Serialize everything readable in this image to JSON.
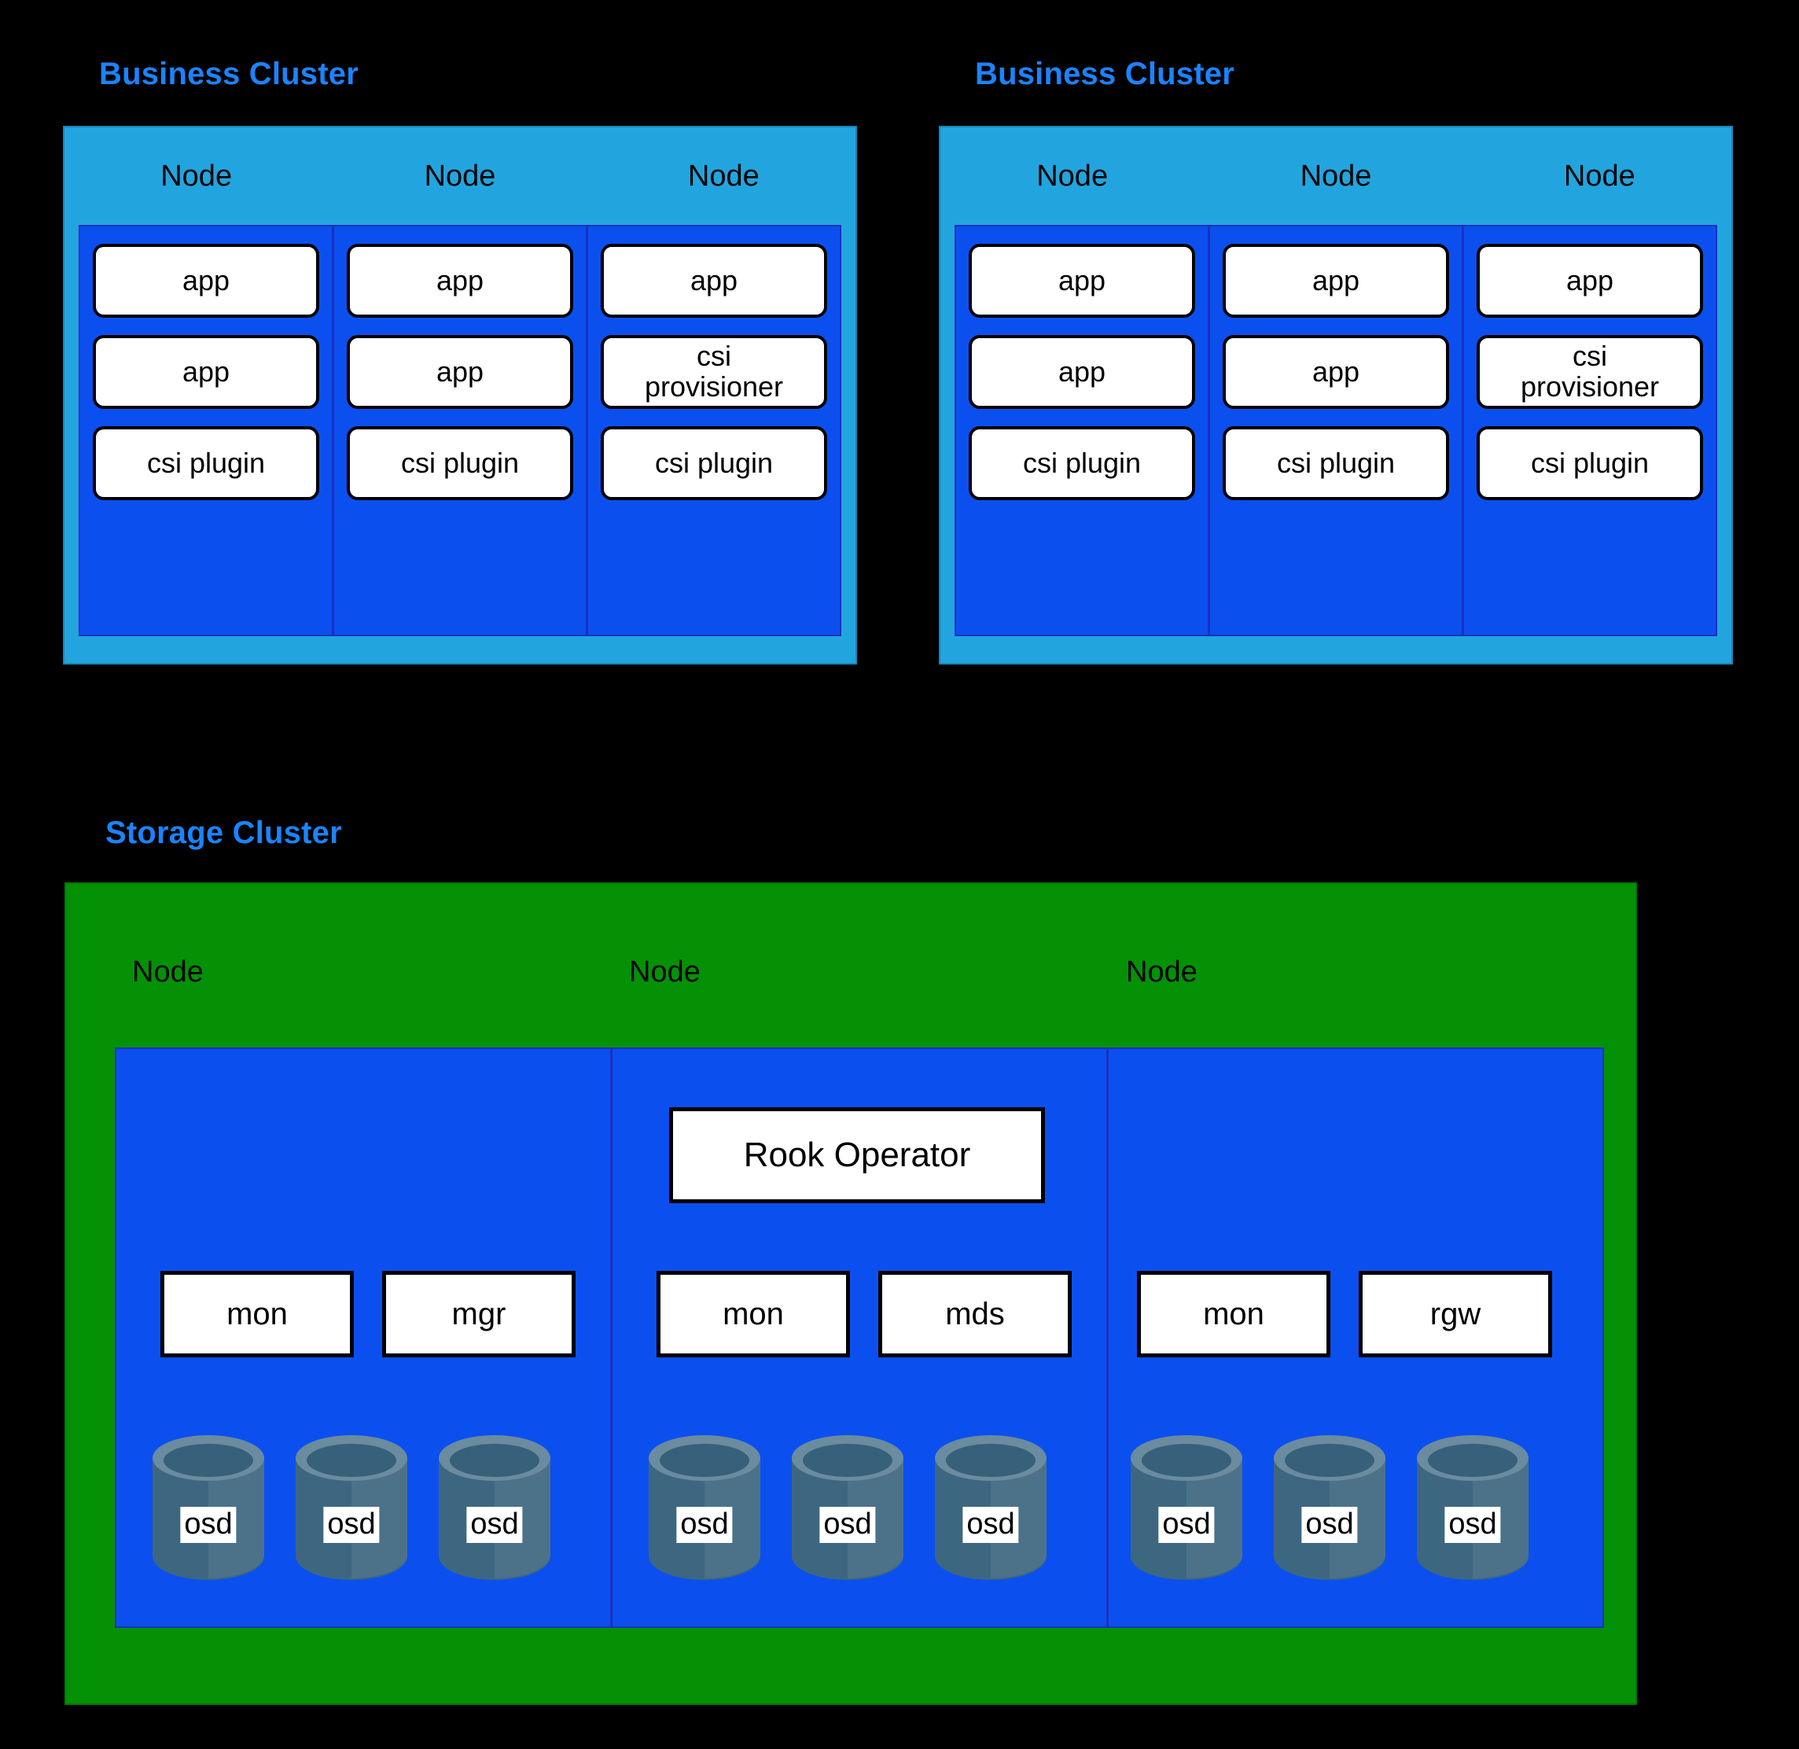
{
  "diagram": {
    "title_text_color": "#1a84ff",
    "background": "#000000"
  },
  "business_clusters": [
    {
      "caption": "Business Cluster",
      "nodes": [
        {
          "label": "Node",
          "pods": [
            "app",
            "app",
            "csi plugin"
          ]
        },
        {
          "label": "Node",
          "pods": [
            "app",
            "app",
            "csi plugin"
          ]
        },
        {
          "label": "Node",
          "pods": [
            "app",
            "csi\nprovisioner",
            "csi plugin"
          ]
        }
      ]
    },
    {
      "caption": "Business Cluster",
      "nodes": [
        {
          "label": "Node",
          "pods": [
            "app",
            "app",
            "csi plugin"
          ]
        },
        {
          "label": "Node",
          "pods": [
            "app",
            "app",
            "csi plugin"
          ]
        },
        {
          "label": "Node",
          "pods": [
            "app",
            "csi\nprovisioner",
            "csi plugin"
          ]
        }
      ]
    }
  ],
  "storage_cluster": {
    "caption": "Storage Cluster",
    "nodes": [
      {
        "label": "Node",
        "operator": null,
        "services": [
          "mon",
          "mgr"
        ],
        "osds": [
          "osd",
          "osd",
          "osd"
        ]
      },
      {
        "label": "Node",
        "operator": "Rook Operator",
        "services": [
          "mon",
          "mds"
        ],
        "osds": [
          "osd",
          "osd",
          "osd"
        ]
      },
      {
        "label": "Node",
        "operator": null,
        "services": [
          "mon",
          "rgw"
        ],
        "osds": [
          "osd",
          "osd",
          "osd"
        ]
      }
    ]
  },
  "colors": {
    "caption": "#1a84ff",
    "business_cluster_bg": "#22a5de",
    "node_bg": "#0b50ef",
    "node_border": "#1a31c0",
    "storage_cluster_bg": "#049106",
    "pod_bg": "#ffffff",
    "pod_border": "#000000",
    "osd_body": "#3d6780",
    "osd_body_light": "#4c7289",
    "osd_rim": "#6b8b9e",
    "osd_inner": "#37617a"
  }
}
